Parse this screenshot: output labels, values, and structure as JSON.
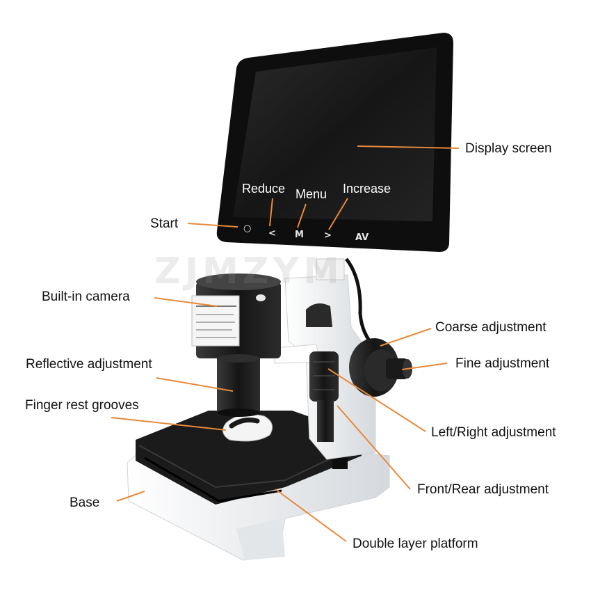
{
  "colors": {
    "leader": "#e8893a",
    "screen": "#1a1a1a",
    "body": "#eef0f2",
    "black": "#141414"
  },
  "watermark": "ZJMZYM",
  "buttons": {
    "start": "○",
    "reduce": "<",
    "menu": "M",
    "increase": ">",
    "av": "AV"
  },
  "labels": {
    "display_screen": "Display screen",
    "reduce": "Reduce",
    "menu": "Menu",
    "increase": "Increase",
    "start": "Start",
    "built_in_camera": "Built-in camera",
    "coarse_adjustment": "Coarse adjustment",
    "fine_adjustment": "Fine adjustment",
    "reflective_adjustment": "Reflective adjustment",
    "finger_rest_grooves": "Finger rest grooves",
    "left_right_adjustment": "Left/Right adjustment",
    "base": "Base",
    "front_rear_adjustment": "Front/Rear adjustment",
    "double_layer_platform": "Double layer platform"
  }
}
